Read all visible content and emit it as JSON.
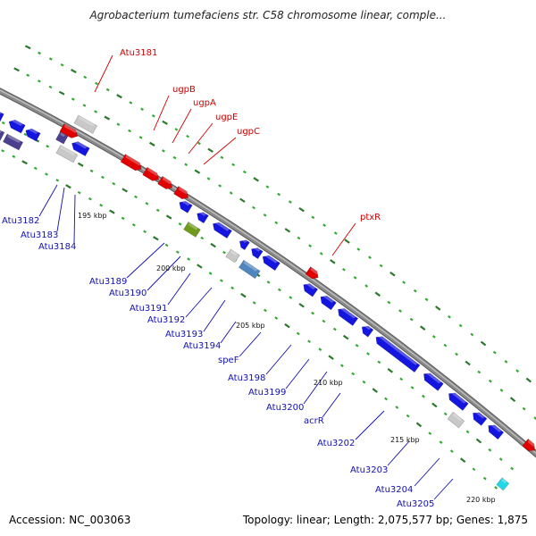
{
  "title": "Agrobacterium tumefaciens str. C58 chromosome linear, comple...",
  "footer": {
    "accession": "Accession: NC_003063",
    "topology": "Topology: linear; Length: 2,075,577 bp; Genes: 1,875"
  },
  "colors": {
    "background": "#ffffff",
    "backbone": "#8a8a8a",
    "forward_gene": "#e00000",
    "reverse_gene": "#1515e0",
    "pseudo_gene": "#c8c8c8",
    "dark_gene": "#4b3f8f",
    "rna_gene": "#6f9a1a",
    "other_gene": "#4f86c0",
    "teal_gene": "#22d8e8",
    "tick_major": "#2a7a2a",
    "tick_minor": "#33aa33",
    "label_forward": "#d00000",
    "label_reverse": "#1010b0"
  },
  "scale_labels": [
    "195 kbp",
    "200 kbp",
    "205 kbp",
    "210 kbp",
    "215 kbp",
    "220 kbp"
  ],
  "gene_labels": [
    {
      "text": "Atu3181",
      "strand": "forward"
    },
    {
      "text": "ugpB",
      "strand": "forward"
    },
    {
      "text": "ugpA",
      "strand": "forward"
    },
    {
      "text": "ugpE",
      "strand": "forward"
    },
    {
      "text": "ugpC",
      "strand": "forward"
    },
    {
      "text": "ptxR",
      "strand": "forward"
    },
    {
      "text": "Atu3182",
      "strand": "reverse"
    },
    {
      "text": "Atu3183",
      "strand": "reverse"
    },
    {
      "text": "Atu3184",
      "strand": "reverse"
    },
    {
      "text": "Atu3189",
      "strand": "reverse"
    },
    {
      "text": "Atu3190",
      "strand": "reverse"
    },
    {
      "text": "Atu3191",
      "strand": "reverse"
    },
    {
      "text": "Atu3192",
      "strand": "reverse"
    },
    {
      "text": "Atu3193",
      "strand": "reverse"
    },
    {
      "text": "Atu3194",
      "strand": "reverse"
    },
    {
      "text": "speF",
      "strand": "reverse"
    },
    {
      "text": "Atu3198",
      "strand": "reverse"
    },
    {
      "text": "Atu3199",
      "strand": "reverse"
    },
    {
      "text": "Atu3200",
      "strand": "reverse"
    },
    {
      "text": "acrR",
      "strand": "reverse"
    },
    {
      "text": "Atu3202",
      "strand": "reverse"
    },
    {
      "text": "Atu3203",
      "strand": "reverse"
    },
    {
      "text": "Atu3204",
      "strand": "reverse"
    },
    {
      "text": "Atu3205",
      "strand": "reverse"
    }
  ]
}
